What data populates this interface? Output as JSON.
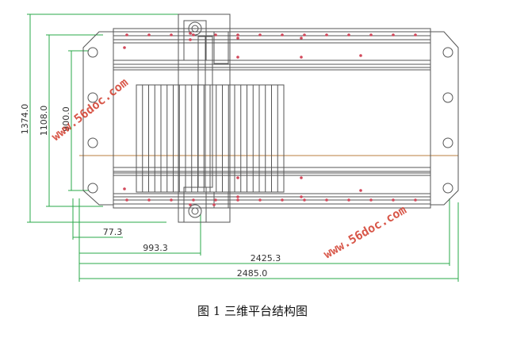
{
  "diagram": {
    "dimensions": {
      "width_total": "2485.0",
      "width_inner": "2425.3",
      "offset_mid": "993.3",
      "offset_left": "77.3",
      "height_total": "1374.0",
      "height_frame": "1108.0",
      "height_inner": "900.0"
    },
    "watermarks": [
      "www.56doc.com",
      "www.56doc.com"
    ],
    "colors": {
      "frame_line": "#555555",
      "dimension_line": "#2aa84a",
      "center_line": "#b87d3c",
      "watermark": "#d23a2a",
      "marker": "#d2485a"
    }
  },
  "caption": "图 1  三维平台结构图"
}
